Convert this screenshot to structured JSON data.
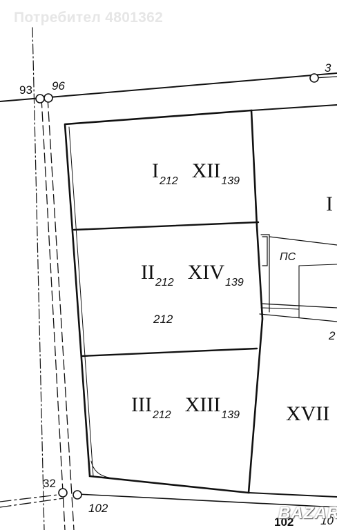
{
  "watermark": "Потребител 4801362",
  "logo_text": "BAZAR",
  "points": {
    "p93": "93",
    "p96": "96",
    "p3": "3",
    "p32": "32",
    "p102a": "102",
    "p102b": "102",
    "p10": "10"
  },
  "parcels": {
    "p1": {
      "num": "I",
      "num_sub": "212",
      "block": "XII",
      "block_sub": "139"
    },
    "p2": {
      "num": "II",
      "num_sub": "212",
      "block": "XIV",
      "block_sub": "139",
      "area": "212"
    },
    "p3": {
      "num": "III",
      "num_sub": "212",
      "block": "XIII",
      "block_sub": "139"
    }
  },
  "right_labels": {
    "r1": "I",
    "ps": "ПС",
    "r2": "2",
    "r3": "XVII"
  },
  "colors": {
    "ink": "#111111",
    "paper": "#ffffff",
    "watermark": "#e6e6e6"
  }
}
